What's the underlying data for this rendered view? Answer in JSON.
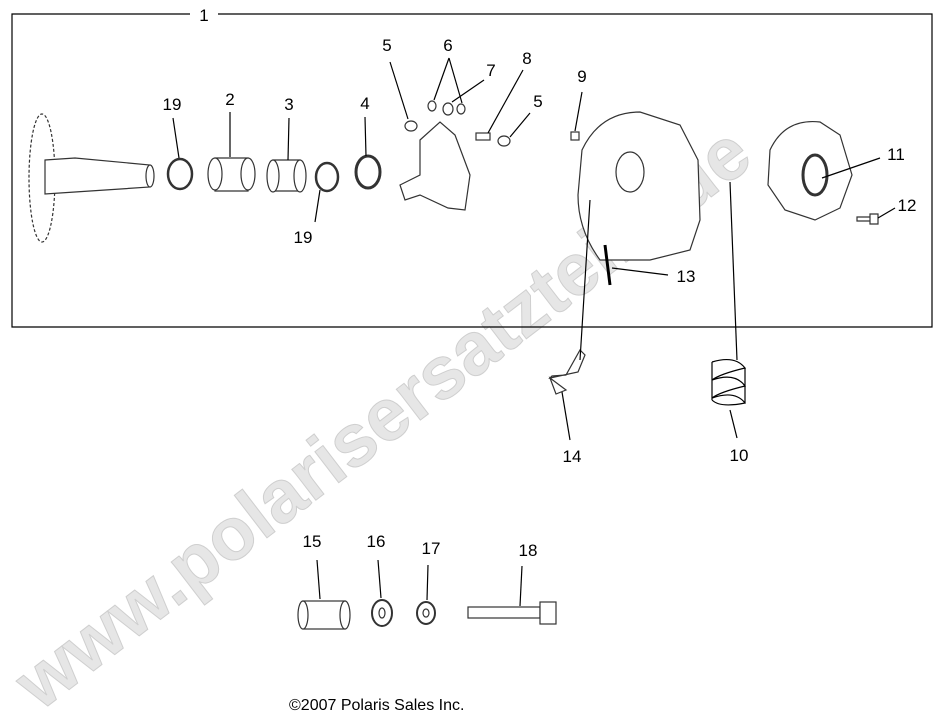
{
  "watermark": "www.polarisersatzteile.de",
  "copyright": "©2007 Polaris Sales Inc.",
  "callouts": {
    "c1": "1",
    "c2": "2",
    "c3": "3",
    "c4": "4",
    "c5a": "5",
    "c5b": "5",
    "c6": "6",
    "c7": "7",
    "c8": "8",
    "c9": "9",
    "c10": "10",
    "c11": "11",
    "c12": "12",
    "c13": "13",
    "c14": "14",
    "c15": "15",
    "c16": "16",
    "c17": "17",
    "c18": "18",
    "c19a": "19",
    "c19b": "19"
  }
}
